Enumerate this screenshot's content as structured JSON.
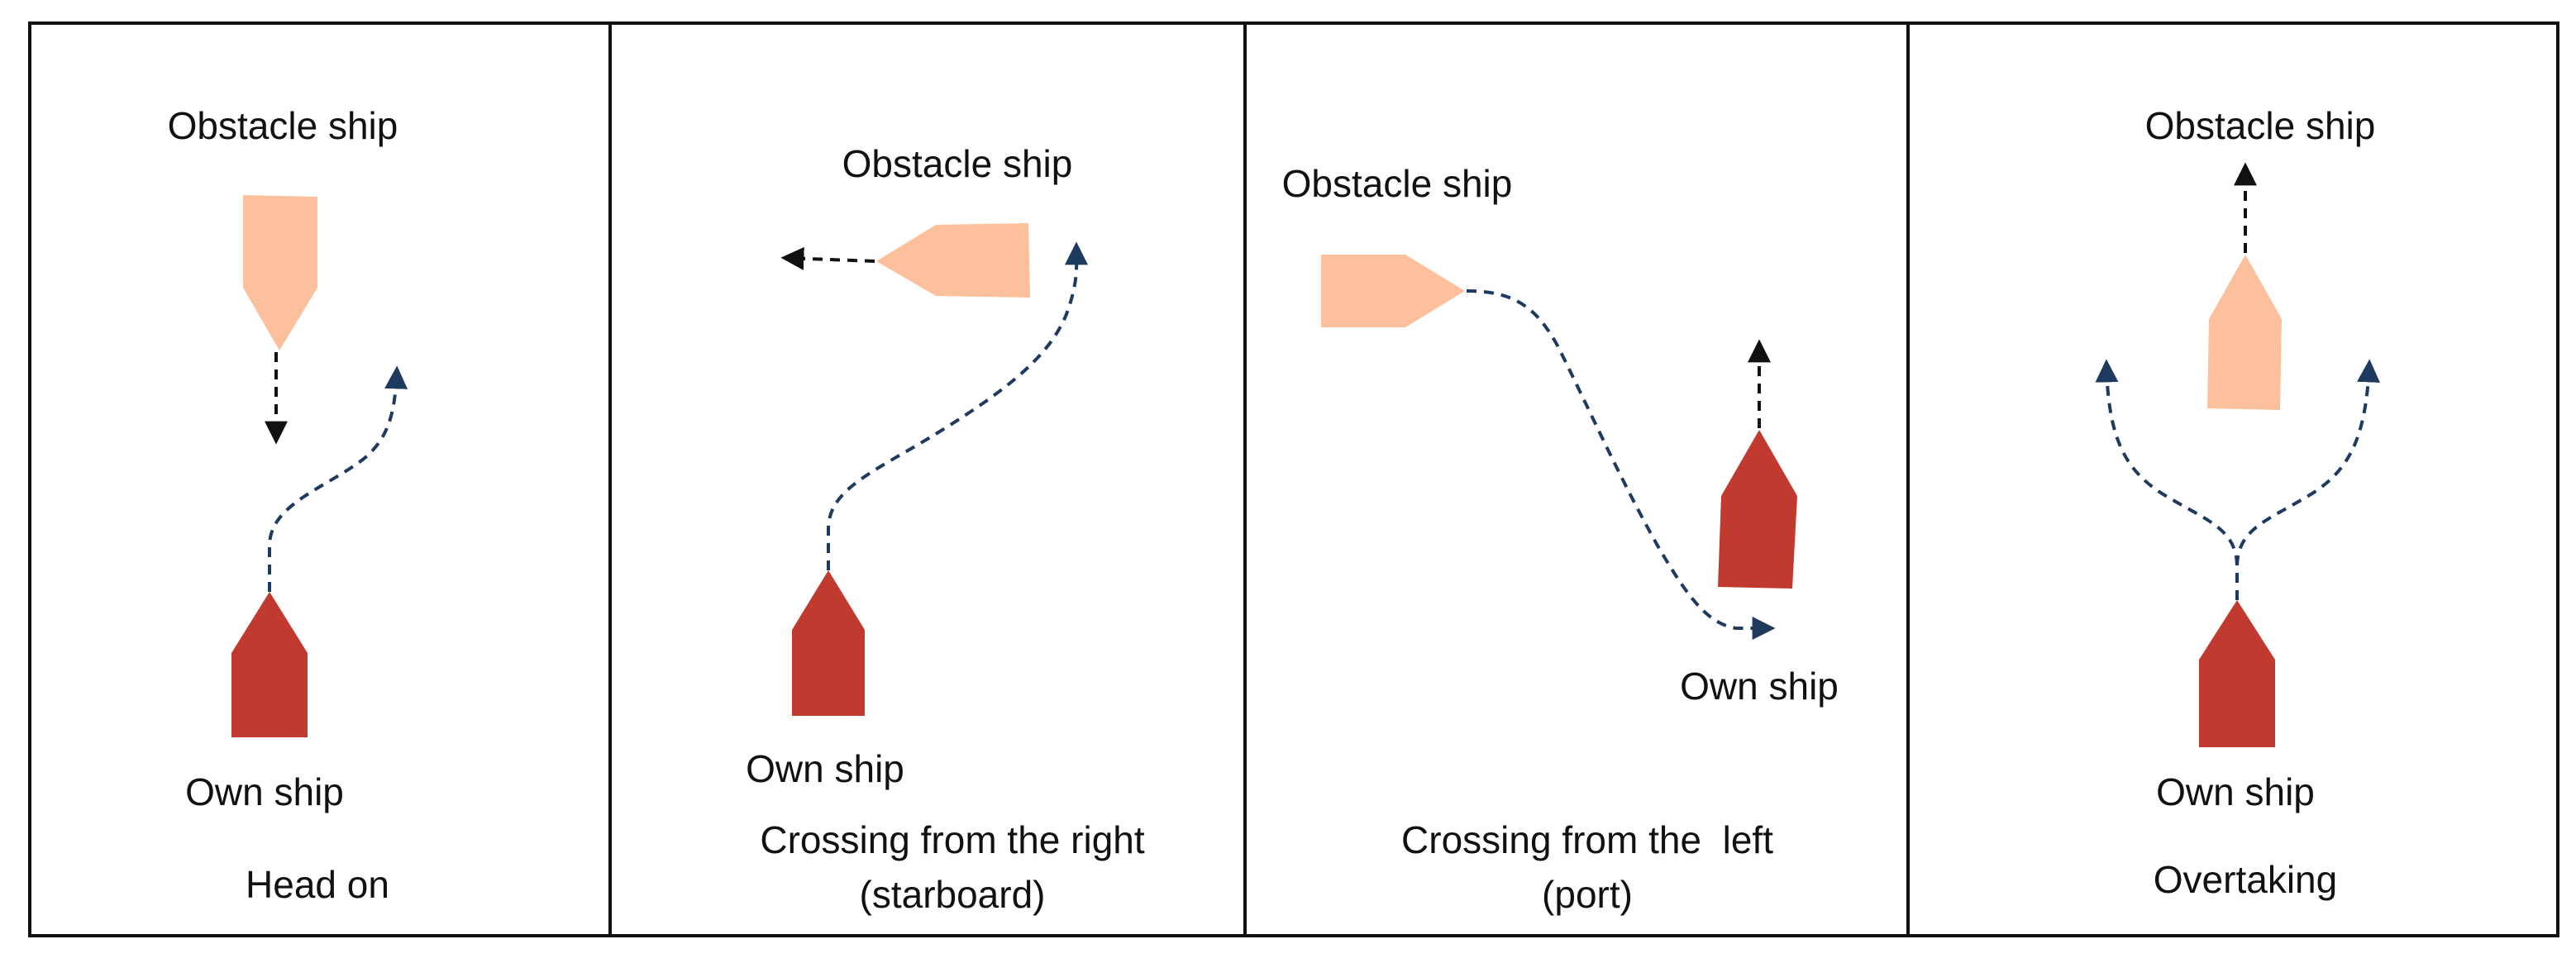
{
  "colors": {
    "obstacle_ship": "#FCC09C",
    "own_ship": "#C03A30",
    "own_path": "#1F3A5F",
    "obstacle_arrow": "#111111",
    "border": "#111111"
  },
  "panels": [
    {
      "obstacle_label": "Obstacle ship",
      "own_label": "Own ship",
      "caption_line1": "Head on",
      "caption_line2": ""
    },
    {
      "obstacle_label": "Obstacle ship",
      "own_label": "Own ship",
      "caption_line1": "Crossing from the right",
      "caption_line2": "(starboard)"
    },
    {
      "obstacle_label": "Obstacle ship",
      "own_label": "Own ship",
      "caption_line1": "Crossing from the  left",
      "caption_line2": "(port)"
    },
    {
      "obstacle_label": "Obstacle ship",
      "own_label": "Own ship",
      "caption_line1": "Overtaking",
      "caption_line2": ""
    }
  ]
}
